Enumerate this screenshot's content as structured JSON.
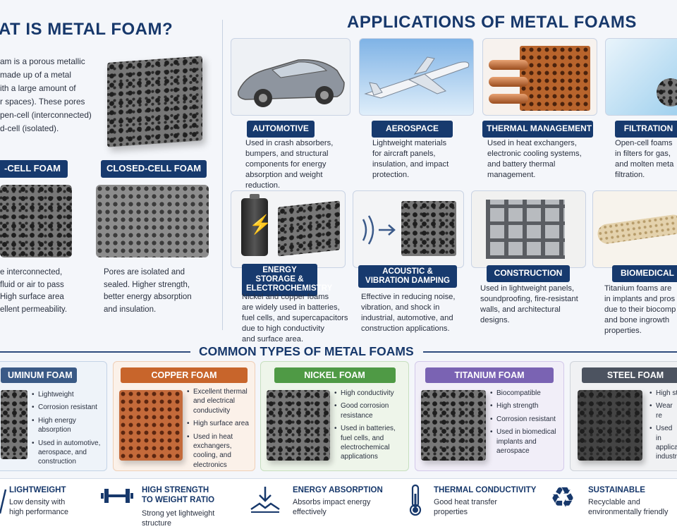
{
  "left": {
    "title": "AT IS METAL FOAM?",
    "intro": [
      "am is a porous metallic",
      "made up of a metal",
      "ith a large amount of",
      "r spaces). These pores",
      "pen-cell (interconnected)",
      "d-cell (isolated)."
    ],
    "open_label": "-CELL FOAM",
    "closed_label": "CLOSED-CELL FOAM",
    "open_desc": [
      "e interconnected,",
      "fluid or air to pass",
      "High surface area",
      "ellent permeability."
    ],
    "closed_desc": [
      "Pores are isolated and",
      "sealed. Higher strength,",
      "better energy absorption",
      "and insulation."
    ]
  },
  "applications": {
    "title": "APPLICATIONS OF METAL FOAMS",
    "items": [
      {
        "label": "AUTOMOTIVE",
        "desc": [
          "Used in crash absorbers,",
          "bumpers, and structural",
          "components for energy",
          "absorption and weight",
          "reduction."
        ]
      },
      {
        "label": "AEROSPACE",
        "desc": [
          "Lightweight materials",
          "for aircraft panels,",
          "insulation, and impact",
          "protection."
        ]
      },
      {
        "label": "THERMAL MANAGEMENT",
        "desc": [
          "Used in heat exchangers,",
          "electronic cooling systems,",
          "and battery thermal",
          "management."
        ]
      },
      {
        "label": "FILTRATION",
        "desc": [
          "Open-cell foams",
          "in filters for gas,",
          "and molten meta",
          "filtration."
        ]
      },
      {
        "label": "ENERGY STORAGE & ELECTROCHEMISTRY",
        "desc": [
          "Nickel and copper foams",
          "are widely used in batteries,",
          "fuel cells, and supercapacitors",
          "due to high conductivity",
          "and surface area."
        ]
      },
      {
        "label": "ACOUSTIC & VIBRATION DAMPING",
        "desc": [
          "Effective in reducing noise,",
          "vibration, and shock in",
          "industrial, automotive, and",
          "construction applications."
        ]
      },
      {
        "label": "CONSTRUCTION",
        "desc": [
          "Used in lightweight panels,",
          "soundproofing, fire-resistant",
          "walls, and architectural",
          "designs."
        ]
      },
      {
        "label": "BIOMEDICAL",
        "desc": [
          "Titanium foams are",
          "in implants and pros",
          "due to their biocomp",
          "and bone ingrowth",
          "properties."
        ]
      }
    ]
  },
  "types": {
    "title": "COMMON TYPES OF METAL FOAMS",
    "items": [
      {
        "label": "UMINUM FOAM",
        "color": "#3a5a86",
        "bullets": [
          "Lightweight",
          "Corrosion resistant",
          "High energy absorption",
          "Used in automotive, aerospace, and construction"
        ]
      },
      {
        "label": "COPPER FOAM",
        "color": "#c8652b",
        "bullets": [
          "Excellent thermal and electrical conductivity",
          "High surface area",
          "Used in heat exchangers, cooling, and electronics"
        ]
      },
      {
        "label": "NICKEL FOAM",
        "color": "#4f9a45",
        "bullets": [
          "High conductivity",
          "Good corrosion resistance",
          "Used in batteries, fuel cells, and electrochemical applications"
        ]
      },
      {
        "label": "TITANIUM FOAM",
        "color": "#7a63b3",
        "bullets": [
          "Biocompatible",
          "High strength",
          "Corrosion resistant",
          "Used in biomedical implants and aerospace"
        ]
      },
      {
        "label": "STEEL FOAM",
        "color": "#4c5360",
        "bullets": [
          "High st",
          "Wear re",
          "Used in applica industr"
        ]
      }
    ]
  },
  "features": [
    {
      "title": "LIGHTWEIGHT",
      "desc": [
        "Low density with",
        "high performance"
      ],
      "icon": "feather-icon"
    },
    {
      "title": "HIGH STRENGTH TO WEIGHT RATIO",
      "desc": [
        "Strong yet lightweight",
        "structure"
      ],
      "icon": "dumbbell-icon"
    },
    {
      "title": "ENERGY ABSORPTION",
      "desc": [
        "Absorbs impact energy",
        "effectively"
      ],
      "icon": "impact-icon"
    },
    {
      "title": "THERMAL CONDUCTIVITY",
      "desc": [
        "Good heat transfer",
        "properties"
      ],
      "icon": "thermometer-icon"
    },
    {
      "title": "SUSTAINABLE",
      "desc": [
        "Recyclable and",
        "environmentally friendly"
      ],
      "icon": "recycle-icon"
    }
  ],
  "colors": {
    "navy": "#173a6e",
    "copper": "#c8652b",
    "nickel": "#4f9a45",
    "titanium": "#7a63b3",
    "steel": "#4c5360"
  }
}
